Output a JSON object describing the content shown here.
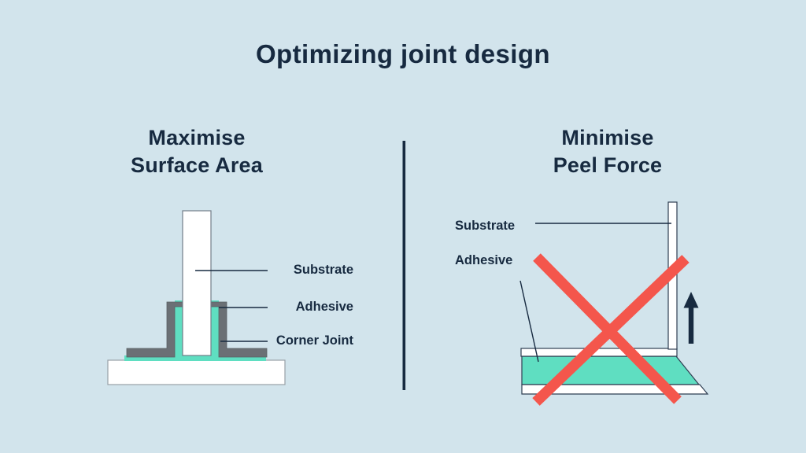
{
  "title": "Optimizing joint design",
  "panels": {
    "left": {
      "heading": [
        "Maximise",
        "Surface Area"
      ],
      "labels": {
        "substrate": "Substrate",
        "adhesive": "Adhesive",
        "corner_joint": "Corner Joint"
      }
    },
    "right": {
      "heading": [
        "Minimise",
        "Peel Force"
      ],
      "labels": {
        "substrate": "Substrate",
        "adhesive": "Adhesive"
      }
    }
  },
  "icons": {
    "divider": "vertical-divider-line",
    "cross": "red-cross-icon",
    "arrow": "up-arrow-icon"
  },
  "colors": {
    "background": "#d2e4ec",
    "navy": "#172a40",
    "teal": "#5fdec1",
    "gray": "#6b7075",
    "red": "#f4564c",
    "white": "#ffffff"
  }
}
